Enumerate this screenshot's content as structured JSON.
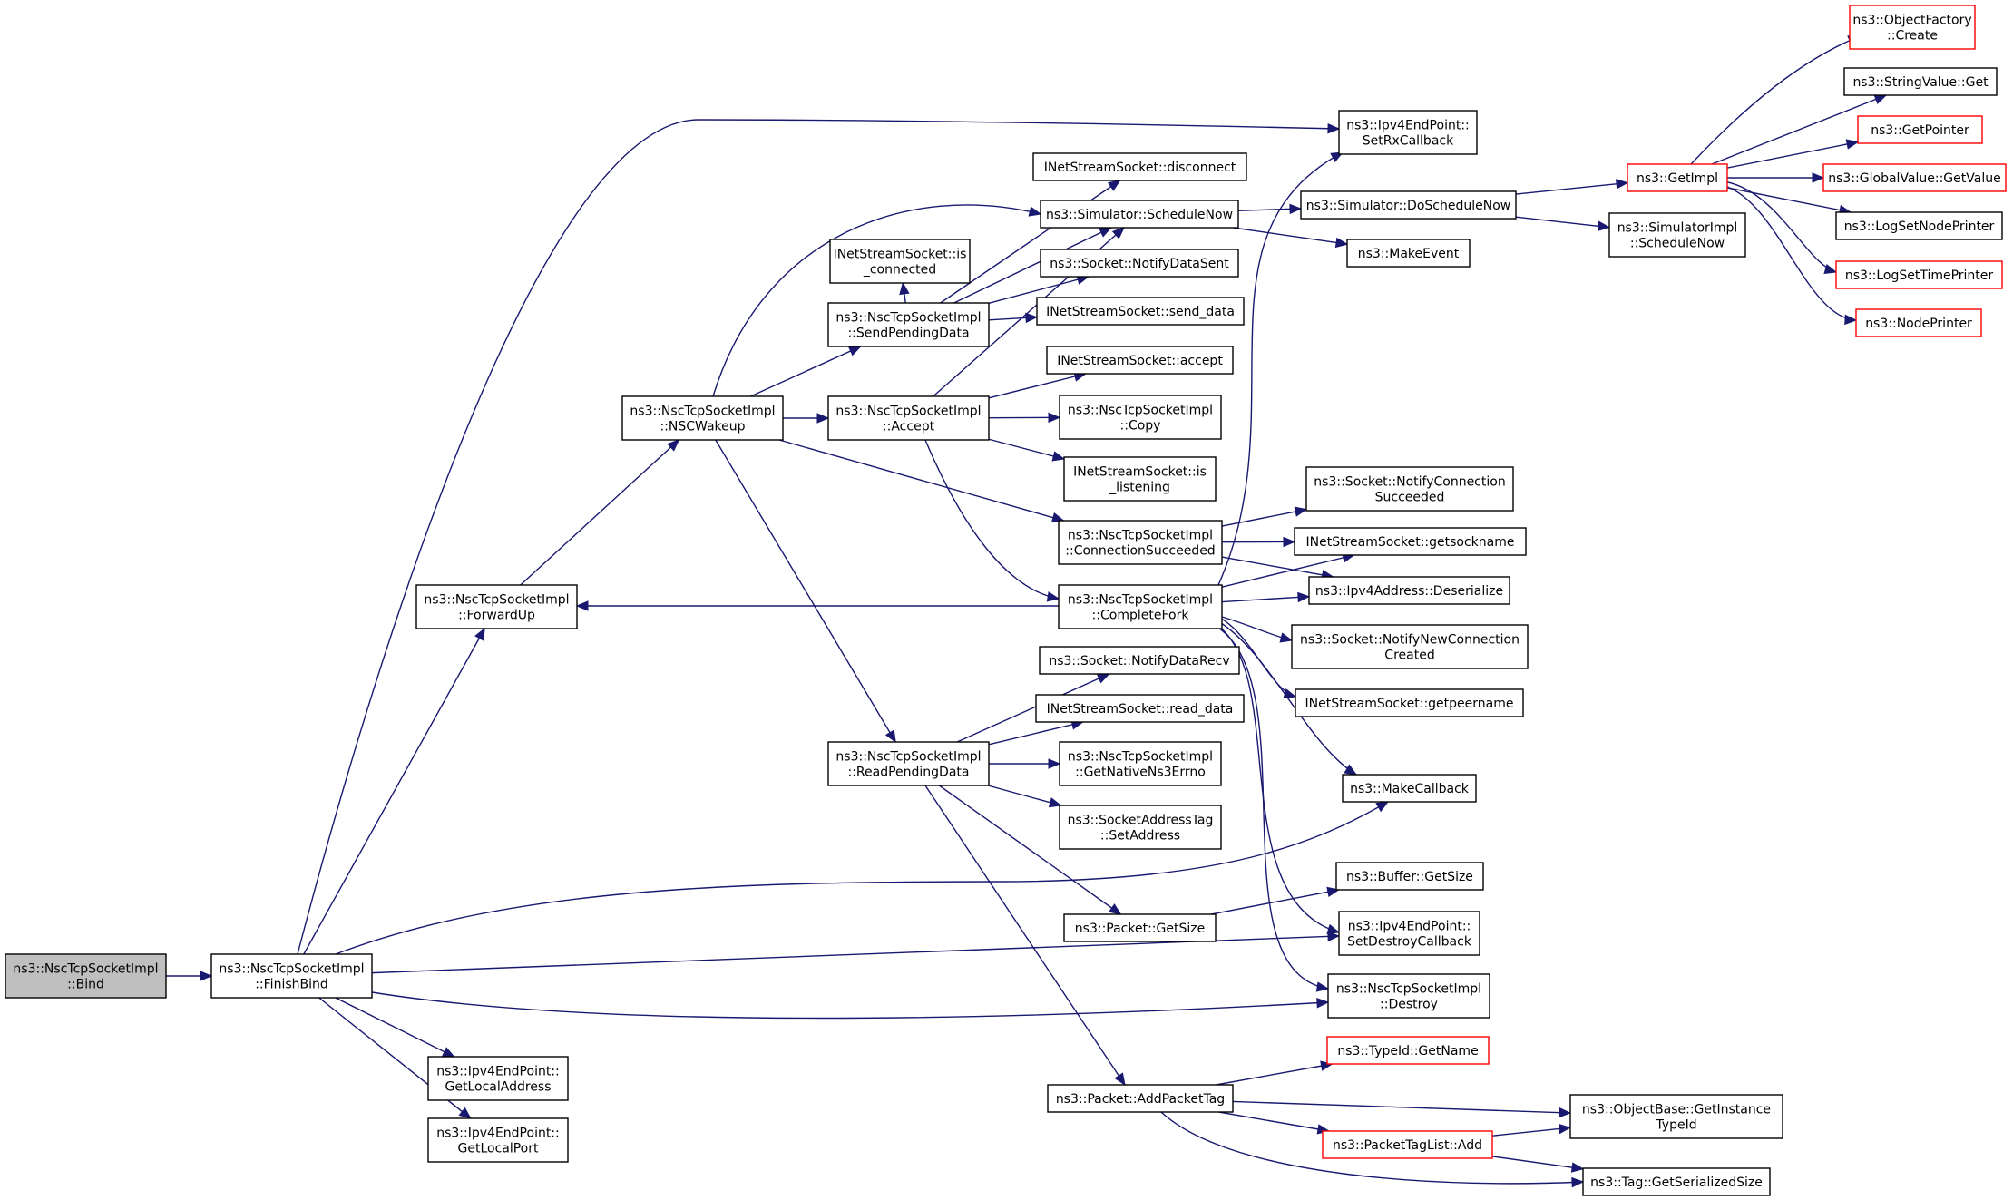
{
  "colors": {
    "edge": "#191970",
    "node_border": "#000000",
    "node_fill": "#ffffff",
    "highlight_fill": "#bfbfbf",
    "truncated_border": "#ff0000"
  },
  "nodes": [
    {
      "id": "bind",
      "lines": [
        "ns3::NscTcpSocketImpl",
        "::Bind"
      ],
      "style": "highlight"
    },
    {
      "id": "finishbind",
      "lines": [
        "ns3::NscTcpSocketImpl",
        "::FinishBind"
      ],
      "style": "normal"
    },
    {
      "id": "forwardup",
      "lines": [
        "ns3::NscTcpSocketImpl",
        "::ForwardUp"
      ],
      "style": "normal"
    },
    {
      "id": "getlocaladdress",
      "lines": [
        "ns3::Ipv4EndPoint::",
        "GetLocalAddress"
      ],
      "style": "normal"
    },
    {
      "id": "getlocalport",
      "lines": [
        "ns3::Ipv4EndPoint::",
        "GetLocalPort"
      ],
      "style": "normal"
    },
    {
      "id": "nscwakeup",
      "lines": [
        "ns3::NscTcpSocketImpl",
        "::NSCWakeup"
      ],
      "style": "normal"
    },
    {
      "id": "is_connected",
      "lines": [
        "INetStreamSocket::is",
        "_connected"
      ],
      "style": "normal"
    },
    {
      "id": "sendpendingdata",
      "lines": [
        "ns3::NscTcpSocketImpl",
        "::SendPendingData"
      ],
      "style": "normal"
    },
    {
      "id": "accept_impl",
      "lines": [
        "ns3::NscTcpSocketImpl",
        "::Accept"
      ],
      "style": "normal"
    },
    {
      "id": "readpendingdata",
      "lines": [
        "ns3::NscTcpSocketImpl",
        "::ReadPendingData"
      ],
      "style": "normal"
    },
    {
      "id": "disconnect",
      "lines": [
        "INetStreamSocket::disconnect"
      ],
      "style": "normal"
    },
    {
      "id": "schedulenow",
      "lines": [
        "ns3::Simulator::ScheduleNow"
      ],
      "style": "normal"
    },
    {
      "id": "notifydatasent",
      "lines": [
        "ns3::Socket::NotifyDataSent"
      ],
      "style": "normal"
    },
    {
      "id": "send_data",
      "lines": [
        "INetStreamSocket::send_data"
      ],
      "style": "normal"
    },
    {
      "id": "accept_ns",
      "lines": [
        "INetStreamSocket::accept"
      ],
      "style": "normal"
    },
    {
      "id": "copy",
      "lines": [
        "ns3::NscTcpSocketImpl",
        "::Copy"
      ],
      "style": "normal"
    },
    {
      "id": "is_listening",
      "lines": [
        "INetStreamSocket::is",
        "_listening"
      ],
      "style": "normal"
    },
    {
      "id": "connsucceeded",
      "lines": [
        "ns3::NscTcpSocketImpl",
        "::ConnectionSucceeded"
      ],
      "style": "normal"
    },
    {
      "id": "completefork",
      "lines": [
        "ns3::NscTcpSocketImpl",
        "::CompleteFork"
      ],
      "style": "normal"
    },
    {
      "id": "notifydatarecv",
      "lines": [
        "ns3::Socket::NotifyDataRecv"
      ],
      "style": "normal"
    },
    {
      "id": "read_data",
      "lines": [
        "INetStreamSocket::read_data"
      ],
      "style": "normal"
    },
    {
      "id": "getnativens3errno",
      "lines": [
        "ns3::NscTcpSocketImpl",
        "::GetNativeNs3Errno"
      ],
      "style": "normal"
    },
    {
      "id": "setaddress",
      "lines": [
        "ns3::SocketAddressTag",
        "::SetAddress"
      ],
      "style": "normal"
    },
    {
      "id": "packet_getsize",
      "lines": [
        "ns3::Packet::GetSize"
      ],
      "style": "normal"
    },
    {
      "id": "addpackettag",
      "lines": [
        "ns3::Packet::AddPacketTag"
      ],
      "style": "normal"
    },
    {
      "id": "setrxcallback",
      "lines": [
        "ns3::Ipv4EndPoint::",
        "SetRxCallback"
      ],
      "style": "normal"
    },
    {
      "id": "doschedulenow",
      "lines": [
        "ns3::Simulator::DoScheduleNow"
      ],
      "style": "normal"
    },
    {
      "id": "makeevent",
      "lines": [
        "ns3::MakeEvent"
      ],
      "style": "normal"
    },
    {
      "id": "notifyconnsucceeded",
      "lines": [
        "ns3::Socket::NotifyConnection",
        "Succeeded"
      ],
      "style": "normal"
    },
    {
      "id": "getsockname",
      "lines": [
        "INetStreamSocket::getsockname"
      ],
      "style": "normal"
    },
    {
      "id": "deserialize",
      "lines": [
        "ns3::Ipv4Address::Deserialize"
      ],
      "style": "normal"
    },
    {
      "id": "notifynewconn",
      "lines": [
        "ns3::Socket::NotifyNewConnection",
        "Created"
      ],
      "style": "normal"
    },
    {
      "id": "getpeername",
      "lines": [
        "INetStreamSocket::getpeername"
      ],
      "style": "normal"
    },
    {
      "id": "makecallback",
      "lines": [
        "ns3::MakeCallback"
      ],
      "style": "normal"
    },
    {
      "id": "buffer_getsize",
      "lines": [
        "ns3::Buffer::GetSize"
      ],
      "style": "normal"
    },
    {
      "id": "setdestroycallback",
      "lines": [
        "ns3::Ipv4EndPoint::",
        "SetDestroyCallback"
      ],
      "style": "normal"
    },
    {
      "id": "destroy",
      "lines": [
        "ns3::NscTcpSocketImpl",
        "::Destroy"
      ],
      "style": "normal"
    },
    {
      "id": "typeid_getname",
      "lines": [
        "ns3::TypeId::GetName"
      ],
      "style": "truncated"
    },
    {
      "id": "getinstancetypeid",
      "lines": [
        "ns3::ObjectBase::GetInstance",
        "TypeId"
      ],
      "style": "normal"
    },
    {
      "id": "packettaglist_add",
      "lines": [
        "ns3::PacketTagList::Add"
      ],
      "style": "truncated"
    },
    {
      "id": "getserializedsize",
      "lines": [
        "ns3::Tag::GetSerializedSize"
      ],
      "style": "normal"
    },
    {
      "id": "getimpl",
      "lines": [
        "ns3::GetImpl"
      ],
      "style": "truncated"
    },
    {
      "id": "simimpl_schedulenow",
      "lines": [
        "ns3::SimulatorImpl",
        "::ScheduleNow"
      ],
      "style": "normal"
    },
    {
      "id": "objectfactory_create",
      "lines": [
        "ns3::ObjectFactory",
        "::Create"
      ],
      "style": "truncated"
    },
    {
      "id": "stringvalue_get",
      "lines": [
        "ns3::StringValue::Get"
      ],
      "style": "normal"
    },
    {
      "id": "getpointer",
      "lines": [
        "ns3::GetPointer"
      ],
      "style": "truncated"
    },
    {
      "id": "globalvalue_getvalue",
      "lines": [
        "ns3::GlobalValue::GetValue"
      ],
      "style": "truncated"
    },
    {
      "id": "logsetnodeprinter",
      "lines": [
        "ns3::LogSetNodePrinter"
      ],
      "style": "normal"
    },
    {
      "id": "logsettimeprinter",
      "lines": [
        "ns3::LogSetTimePrinter"
      ],
      "style": "truncated"
    },
    {
      "id": "nodeprinter",
      "lines": [
        "ns3::NodePrinter"
      ],
      "style": "truncated"
    }
  ],
  "edges": [
    [
      "bind",
      "finishbind"
    ],
    [
      "finishbind",
      "setrxcallback"
    ],
    [
      "finishbind",
      "forwardup"
    ],
    [
      "finishbind",
      "makecallback"
    ],
    [
      "finishbind",
      "setdestroycallback"
    ],
    [
      "finishbind",
      "destroy"
    ],
    [
      "finishbind",
      "getlocaladdress"
    ],
    [
      "finishbind",
      "getlocalport"
    ],
    [
      "forwardup",
      "nscwakeup"
    ],
    [
      "nscwakeup",
      "schedulenow"
    ],
    [
      "nscwakeup",
      "sendpendingdata"
    ],
    [
      "nscwakeup",
      "accept_impl"
    ],
    [
      "nscwakeup",
      "connsucceeded"
    ],
    [
      "nscwakeup",
      "readpendingdata"
    ],
    [
      "sendpendingdata",
      "is_connected"
    ],
    [
      "sendpendingdata",
      "disconnect"
    ],
    [
      "sendpendingdata",
      "schedulenow"
    ],
    [
      "sendpendingdata",
      "notifydatasent"
    ],
    [
      "sendpendingdata",
      "send_data"
    ],
    [
      "accept_impl",
      "schedulenow"
    ],
    [
      "accept_impl",
      "accept_ns"
    ],
    [
      "accept_impl",
      "copy"
    ],
    [
      "accept_impl",
      "is_listening"
    ],
    [
      "accept_impl",
      "completefork"
    ],
    [
      "connsucceeded",
      "notifyconnsucceeded"
    ],
    [
      "connsucceeded",
      "getsockname"
    ],
    [
      "connsucceeded",
      "deserialize"
    ],
    [
      "completefork",
      "forwardup"
    ],
    [
      "completefork",
      "setrxcallback"
    ],
    [
      "completefork",
      "getsockname"
    ],
    [
      "completefork",
      "deserialize"
    ],
    [
      "completefork",
      "notifynewconn"
    ],
    [
      "completefork",
      "getpeername"
    ],
    [
      "completefork",
      "makecallback"
    ],
    [
      "completefork",
      "setdestroycallback"
    ],
    [
      "completefork",
      "destroy"
    ],
    [
      "readpendingdata",
      "notifydatarecv"
    ],
    [
      "readpendingdata",
      "read_data"
    ],
    [
      "readpendingdata",
      "getnativens3errno"
    ],
    [
      "readpendingdata",
      "setaddress"
    ],
    [
      "readpendingdata",
      "packet_getsize"
    ],
    [
      "readpendingdata",
      "addpackettag"
    ],
    [
      "packet_getsize",
      "buffer_getsize"
    ],
    [
      "addpackettag",
      "typeid_getname"
    ],
    [
      "addpackettag",
      "getinstancetypeid"
    ],
    [
      "addpackettag",
      "packettaglist_add"
    ],
    [
      "addpackettag",
      "getserializedsize"
    ],
    [
      "packettaglist_add",
      "getinstancetypeid"
    ],
    [
      "packettaglist_add",
      "getserializedsize"
    ],
    [
      "schedulenow",
      "doschedulenow"
    ],
    [
      "schedulenow",
      "makeevent"
    ],
    [
      "doschedulenow",
      "getimpl"
    ],
    [
      "doschedulenow",
      "simimpl_schedulenow"
    ],
    [
      "getimpl",
      "objectfactory_create"
    ],
    [
      "getimpl",
      "stringvalue_get"
    ],
    [
      "getimpl",
      "getpointer"
    ],
    [
      "getimpl",
      "globalvalue_getvalue"
    ],
    [
      "getimpl",
      "logsetnodeprinter"
    ],
    [
      "getimpl",
      "logsettimeprinter"
    ],
    [
      "getimpl",
      "nodeprinter"
    ]
  ]
}
